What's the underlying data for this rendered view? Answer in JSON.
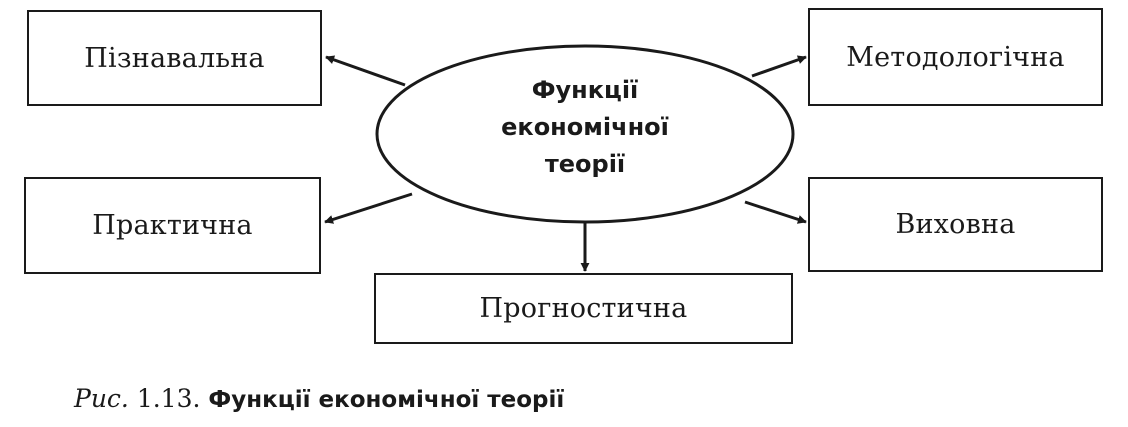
{
  "diagram": {
    "center_label_lines": [
      "Функції",
      "економічної",
      "теорії"
    ],
    "nodes": {
      "cognitive": "Пізнавальна",
      "methodology": "Методологічна",
      "practical": "Практична",
      "educational": "Виховна",
      "prognostic": "Прогностична"
    },
    "edges": [
      {
        "from": "center",
        "to": "cognitive"
      },
      {
        "from": "center",
        "to": "methodology"
      },
      {
        "from": "center",
        "to": "practical"
      },
      {
        "from": "center",
        "to": "educational"
      },
      {
        "from": "center",
        "to": "prognostic"
      }
    ],
    "colors": {
      "stroke": "#1a1a1a",
      "background": "#ffffff"
    }
  },
  "caption": {
    "prefix": "Рис.",
    "number": "1.13.",
    "title": "Функції економічної теорії"
  }
}
